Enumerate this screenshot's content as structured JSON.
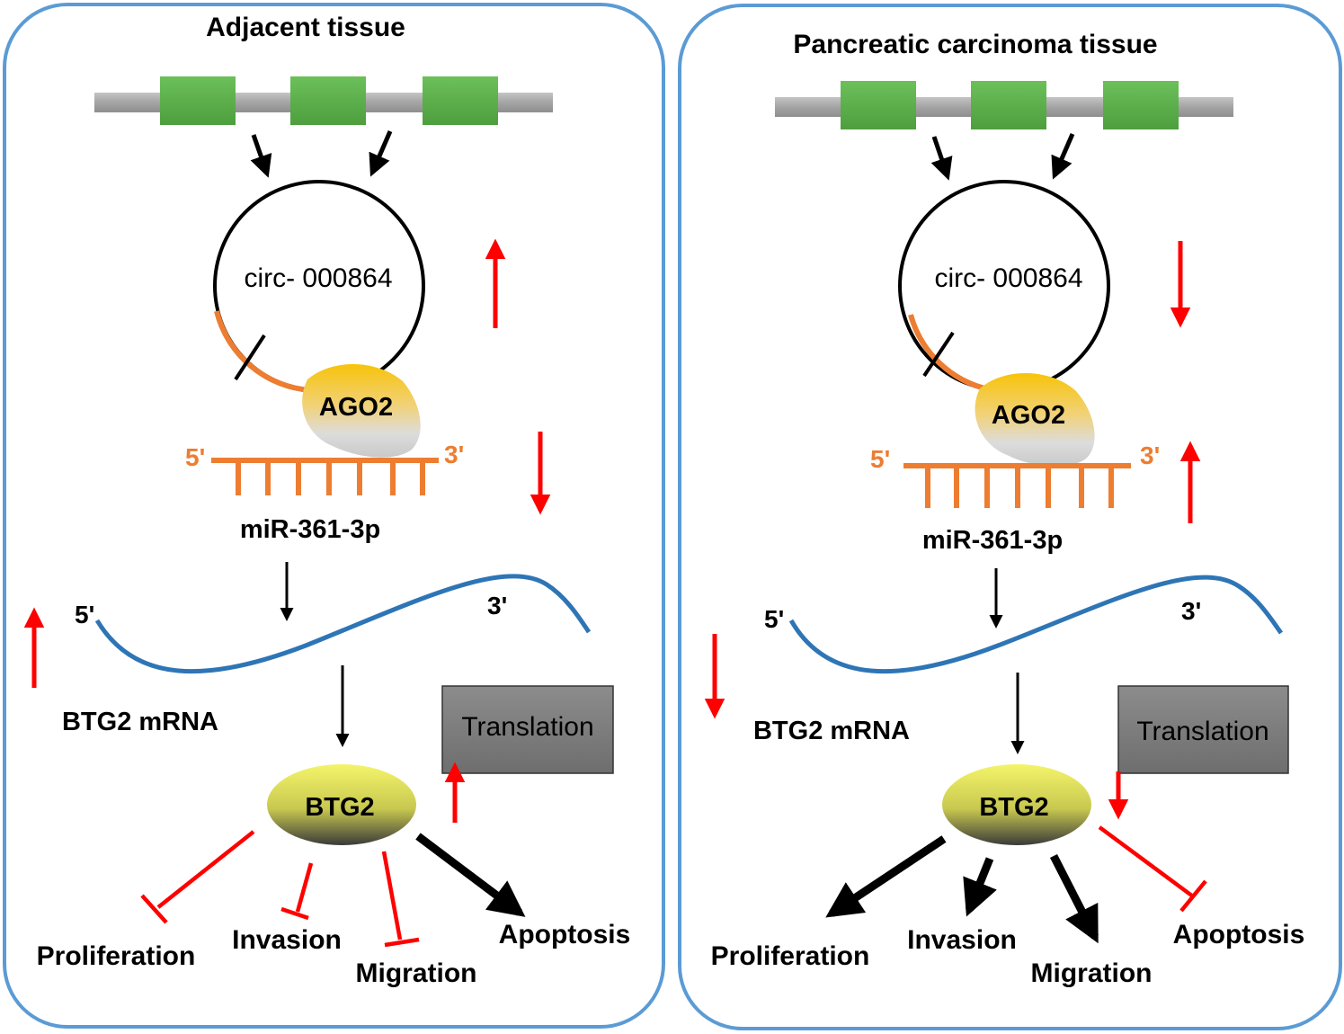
{
  "colors": {
    "panel_border": "#5b9bd5",
    "exon": "#5cb04a",
    "intron": "#a8a8a8",
    "mirna": "#ed7d31",
    "mrna": "#2e75b6",
    "up_down_arrow": "#ff0000",
    "inhibit": "#ff0000",
    "translation_box": "#808080"
  },
  "panels": [
    {
      "title": "Adjacent tissue",
      "circ_label": "circ- 000864",
      "ago2_label": "AGO2",
      "mirna_5": "5'",
      "mirna_3": "3'",
      "mirna_label": "miR-361-3p",
      "mrna_5": "5'",
      "mrna_3": "3'",
      "mrna_label": "BTG2 mRNA",
      "translation_label": "Translation",
      "protein_label": "BTG2",
      "circ_trend": "up",
      "mirna_trend": "down",
      "mrna_trend": "up",
      "translation_trend": "up",
      "outcomes": [
        {
          "label": "Proliferation",
          "effect": "inhibit"
        },
        {
          "label": "Invasion",
          "effect": "inhibit"
        },
        {
          "label": "Migration",
          "effect": "inhibit"
        },
        {
          "label": "Apoptosis",
          "effect": "promote"
        }
      ]
    },
    {
      "title": "Pancreatic carcinoma tissue",
      "circ_label": "circ- 000864",
      "ago2_label": "AGO2",
      "mirna_5": "5'",
      "mirna_3": "3'",
      "mirna_label": "miR-361-3p",
      "mrna_5": "5'",
      "mrna_3": "3'",
      "mrna_label": "BTG2 mRNA",
      "translation_label": "Translation",
      "protein_label": "BTG2",
      "circ_trend": "down",
      "mirna_trend": "up",
      "mrna_trend": "down",
      "translation_trend": "down",
      "outcomes": [
        {
          "label": "Proliferation",
          "effect": "promote"
        },
        {
          "label": "Invasion",
          "effect": "promote"
        },
        {
          "label": "Migration",
          "effect": "promote"
        },
        {
          "label": "Apoptosis",
          "effect": "inhibit"
        }
      ]
    }
  ]
}
